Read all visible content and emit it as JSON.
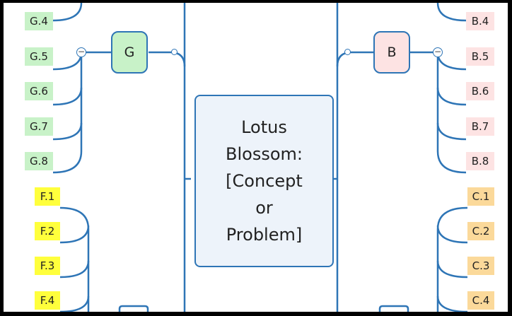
{
  "center": {
    "text": "Lotus\nBlossom:\n[Concept\nor\nProblem]"
  },
  "groups": {
    "G": {
      "label": "G",
      "color": "#c8f2c8",
      "items": [
        "G.4",
        "G.5",
        "G.6",
        "G.7",
        "G.8"
      ]
    },
    "B": {
      "label": "B",
      "color": "#fde3e3",
      "items": [
        "B.4",
        "B.5",
        "B.6",
        "B.7",
        "B.8"
      ]
    },
    "F": {
      "color": "#ffff3c",
      "items": [
        "F.1",
        "F.2",
        "F.3",
        "F.4"
      ]
    },
    "C": {
      "color": "#fbd99a",
      "items": [
        "C.1",
        "C.2",
        "C.3",
        "C.4"
      ]
    }
  },
  "collapse_symbol": "−",
  "line_color": "#2e75b6"
}
